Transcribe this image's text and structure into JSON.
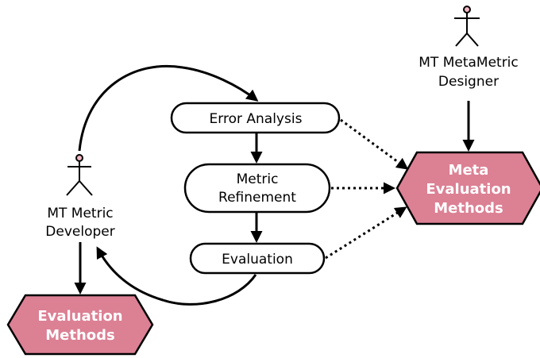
{
  "actors": {
    "designer": {
      "line1": "MT MetaMetric",
      "line2": "Designer"
    },
    "developer": {
      "line1": "MT Metric",
      "line2": "Developer"
    }
  },
  "process": {
    "error_analysis": "Error Analysis",
    "metric_refinement": {
      "line1": "Metric",
      "line2": "Refinement"
    },
    "evaluation": "Evaluation"
  },
  "methods": {
    "meta": {
      "line1": "Meta",
      "line2": "Evaluation",
      "line3": "Methods"
    },
    "evaluation": {
      "line1": "Evaluation",
      "line2": "Methods"
    }
  },
  "colors": {
    "hex_fill": "#dc8094",
    "actor_head": "#f2b8c3",
    "stroke": "#000000"
  }
}
